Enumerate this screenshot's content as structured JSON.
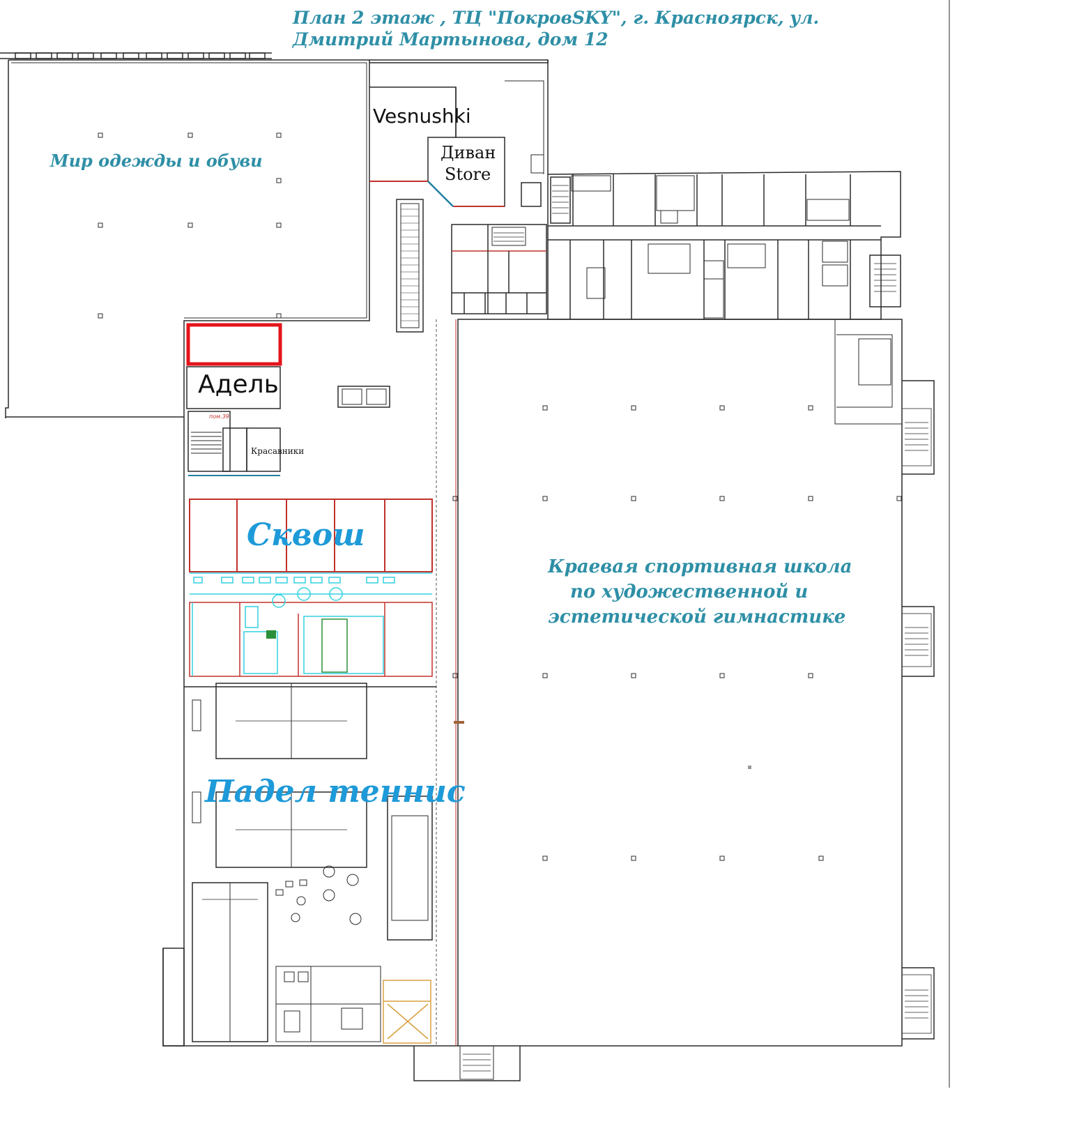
{
  "title": {
    "line1": "План 2 этаж , ТЦ \"ПокровSKY\", г. Красноярск, ул.",
    "line2": "Дмитрий Мартынова, дом 12"
  },
  "stores": {
    "mir_odezhdy": "Мир одежды и обуви",
    "vesnushki": "Vesnushki",
    "divan_store_1": "Диван",
    "divan_store_2": "Store",
    "adel": "Адель",
    "krasavniki": "Красавники",
    "pom39": "пом.39"
  },
  "zones": {
    "squash": "Сквош",
    "padel": "Падел теннис",
    "school_line1": "Краевая спортивная школа",
    "school_line2": "по художественной и",
    "school_line3": "эстетической гимнастике"
  },
  "colors": {
    "wall": "#2a2a2a",
    "highlight": "#e5141c",
    "partition": "#c0322b",
    "furniture": "#33d1e0",
    "label_teal": "#2e8fa6",
    "label_blue": "#1e9ad8"
  }
}
